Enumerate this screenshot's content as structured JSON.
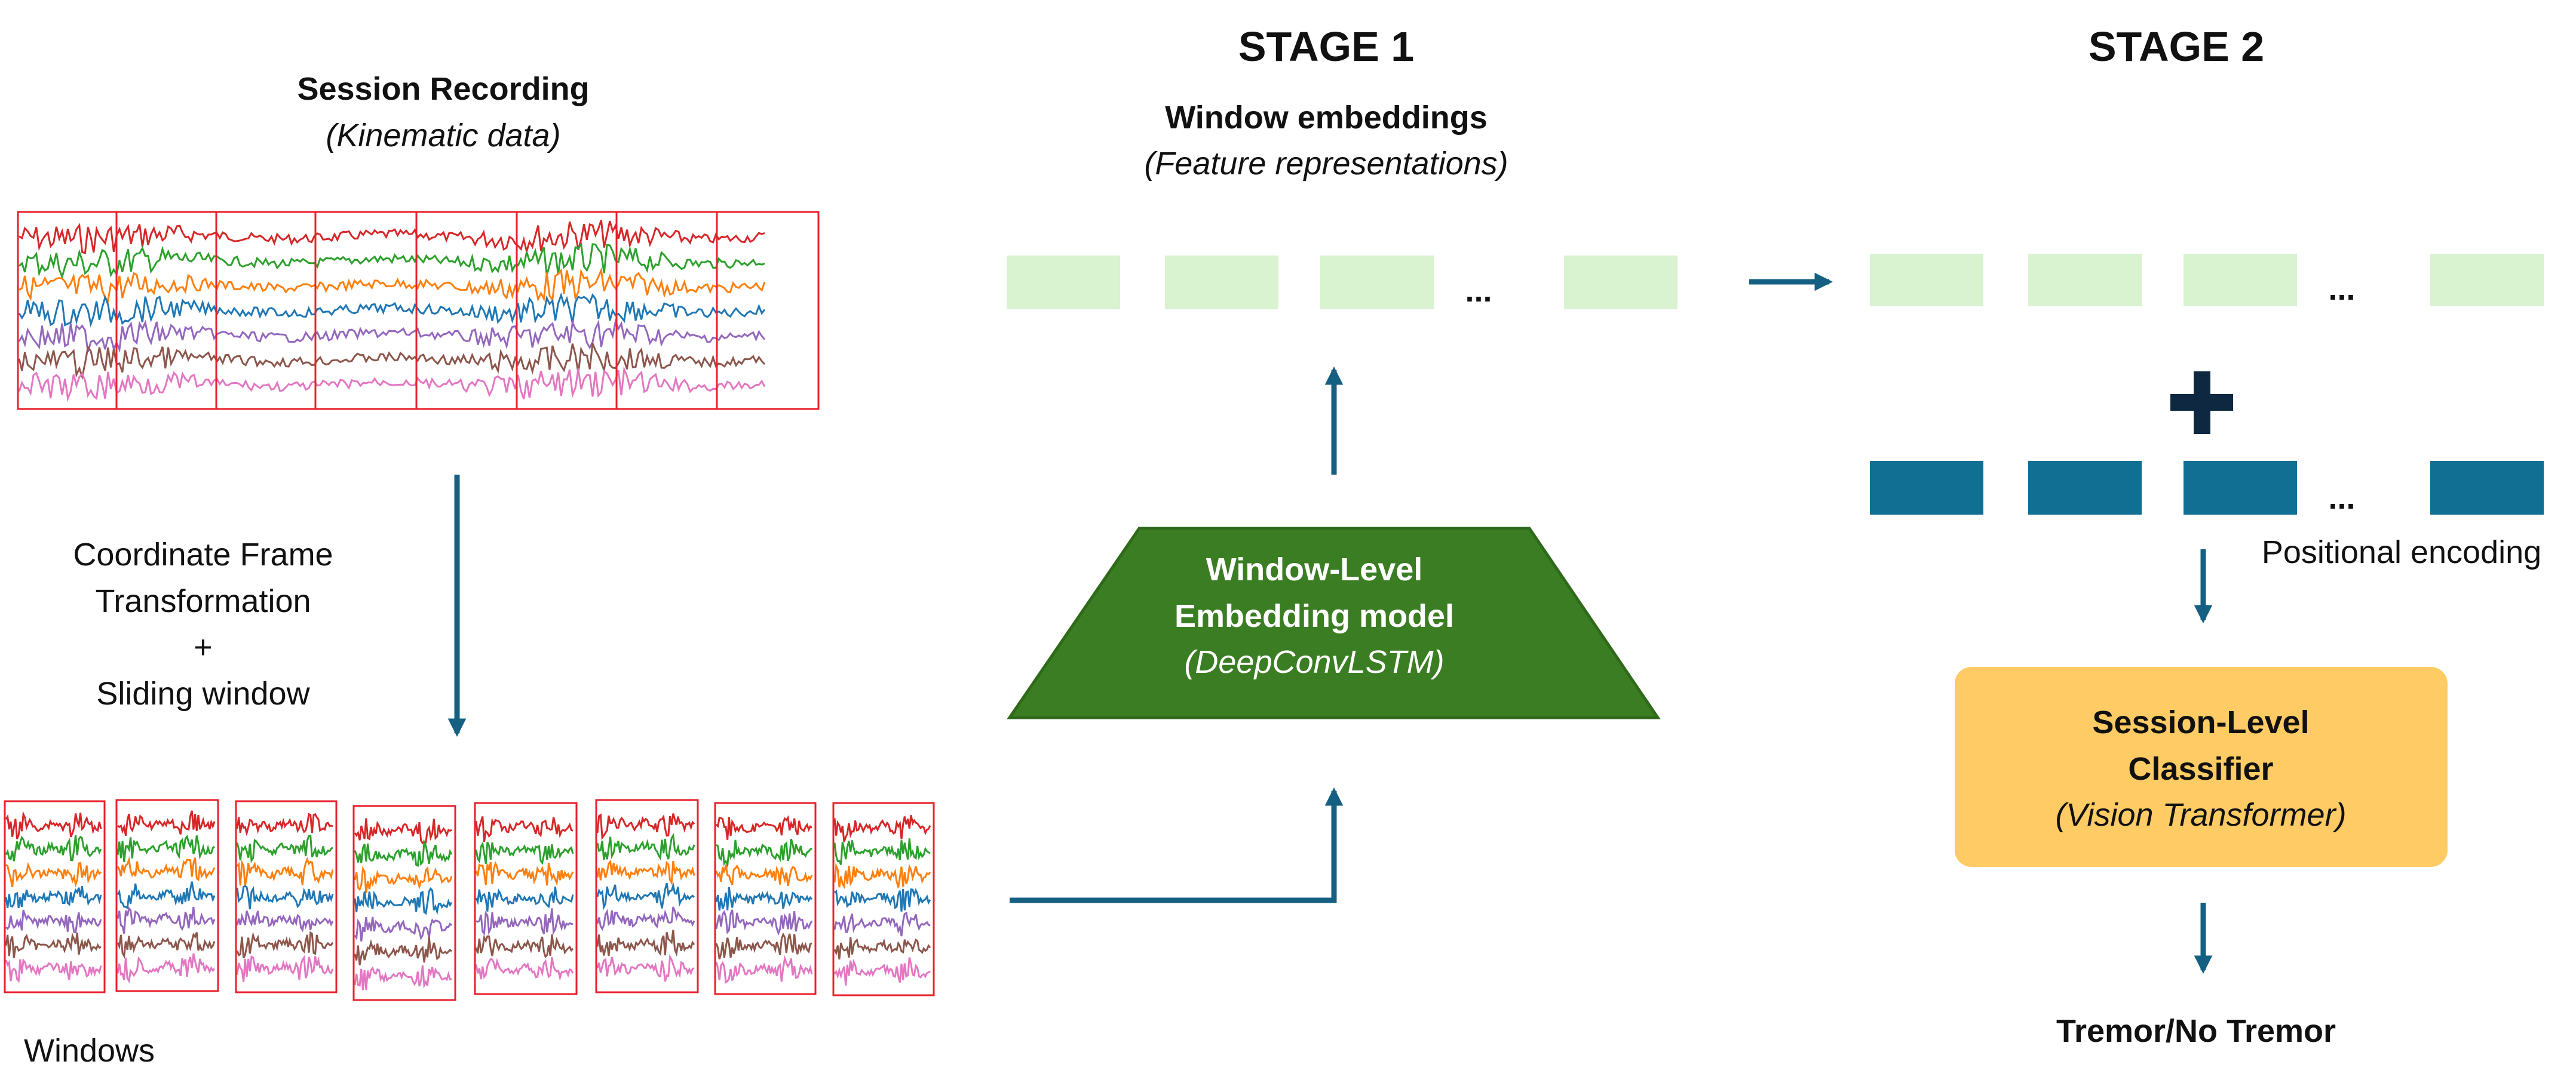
{
  "stage1": {
    "title": "STAGE 1"
  },
  "stage2": {
    "title": "STAGE 2"
  },
  "session": {
    "title": "Session Recording",
    "subtitle": "(Kinematic data)"
  },
  "transform": {
    "line1": "Coordinate Frame",
    "line2": "Transformation",
    "plus": "+",
    "line3": "Sliding window"
  },
  "windows": {
    "label": "Windows"
  },
  "embeddings": {
    "title": "Window embeddings",
    "subtitle": "(Feature representations)",
    "ellipsis": "..."
  },
  "model": {
    "line1": "Window-Level",
    "line2": "Embedding model",
    "line3": "(DeepConvLSTM)"
  },
  "stage2_tokens": {
    "ellipsis": "..."
  },
  "positional": {
    "label": "Positional encoding",
    "ellipsis": "..."
  },
  "classifier": {
    "line1": "Session-Level",
    "line2": "Classifier",
    "line3": "(Vision Transformer)"
  },
  "output": {
    "label": "Tremor/No Tremor"
  },
  "colors": {
    "window_border": "#e8202a",
    "embedding_fill": "#d9f2d0",
    "positional_fill": "#116f93",
    "model_fill": "#3b7d23",
    "model_border": "#2f6a1a",
    "classifier_fill": "#fecb64",
    "arrow": "#156082",
    "plus": "#0e2841",
    "signals": [
      "#d62728",
      "#2ca02c",
      "#ff7f0e",
      "#1f77b4",
      "#9467bd",
      "#8c564b",
      "#e377c2"
    ]
  }
}
